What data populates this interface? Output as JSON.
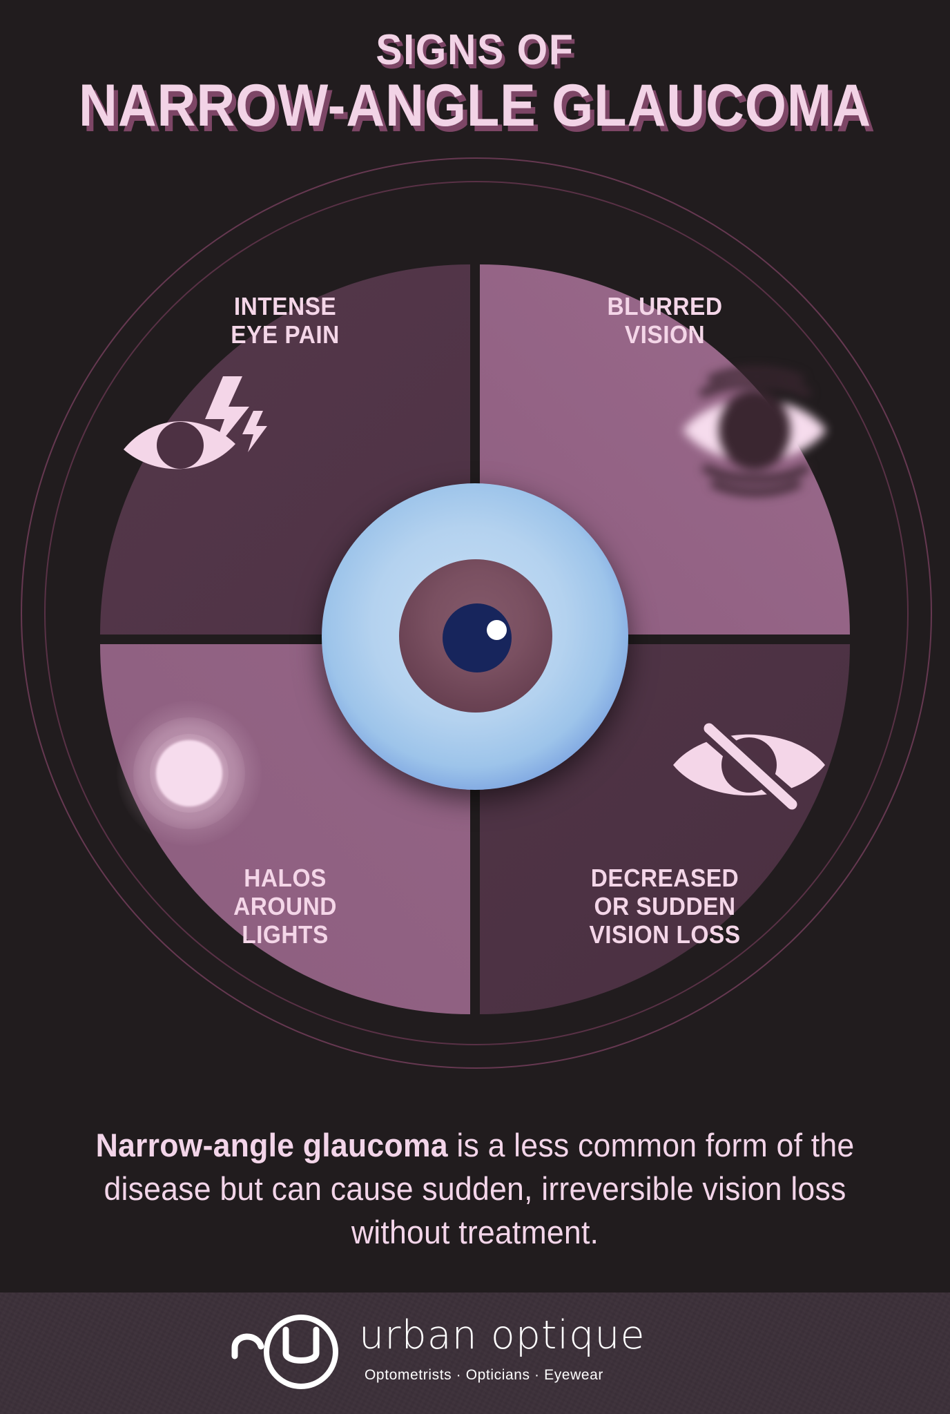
{
  "title": {
    "line1": "SIGNS OF",
    "line2": "NARROW-ANGLE GLAUCOMA"
  },
  "wheel": {
    "quadrants": [
      {
        "id": "intense-eye-pain",
        "label": "INTENSE\nEYE PAIN",
        "icon": "eye-with-lightning-icon",
        "fill": "#4d3143"
      },
      {
        "id": "blurred-vision",
        "label": "BLURRED\nVISION",
        "icon": "blurred-eye-icon",
        "fill": "#8d5e7e"
      },
      {
        "id": "halos-around-lights",
        "label": "HALOS\nAROUND\nLIGHTS",
        "icon": "glowing-light-halo-icon",
        "fill": "#8d5e7e"
      },
      {
        "id": "decreased-or-sudden-vision-loss",
        "label": "DECREASED\nOR SUDDEN\nVISION LOSS",
        "icon": "eye-slash-icon",
        "fill": "#4d3143"
      }
    ],
    "center_icon": "eyeball-icon"
  },
  "body": {
    "lead": "Narrow-angle glaucoma",
    "rest": " is a less common form of the disease but can cause sudden, irreversible vision loss without treatment."
  },
  "footer": {
    "logo_mark": "urban-optique-u-logo-icon",
    "brand": "urban optique",
    "tagline": "Optometrists · Opticians · Eyewear"
  },
  "colors": {
    "background": "#211c1e",
    "text_pink": "#f3d5e9",
    "title_shadow": "#7d4666",
    "quad_dark": "#4d3143",
    "quad_light": "#8d5e7e",
    "ring_outline": "#6a3a54",
    "footer_band": "#3c3039",
    "sclera": "#b4d2ef",
    "iris": "#7a5061",
    "pupil": "#17255c"
  }
}
